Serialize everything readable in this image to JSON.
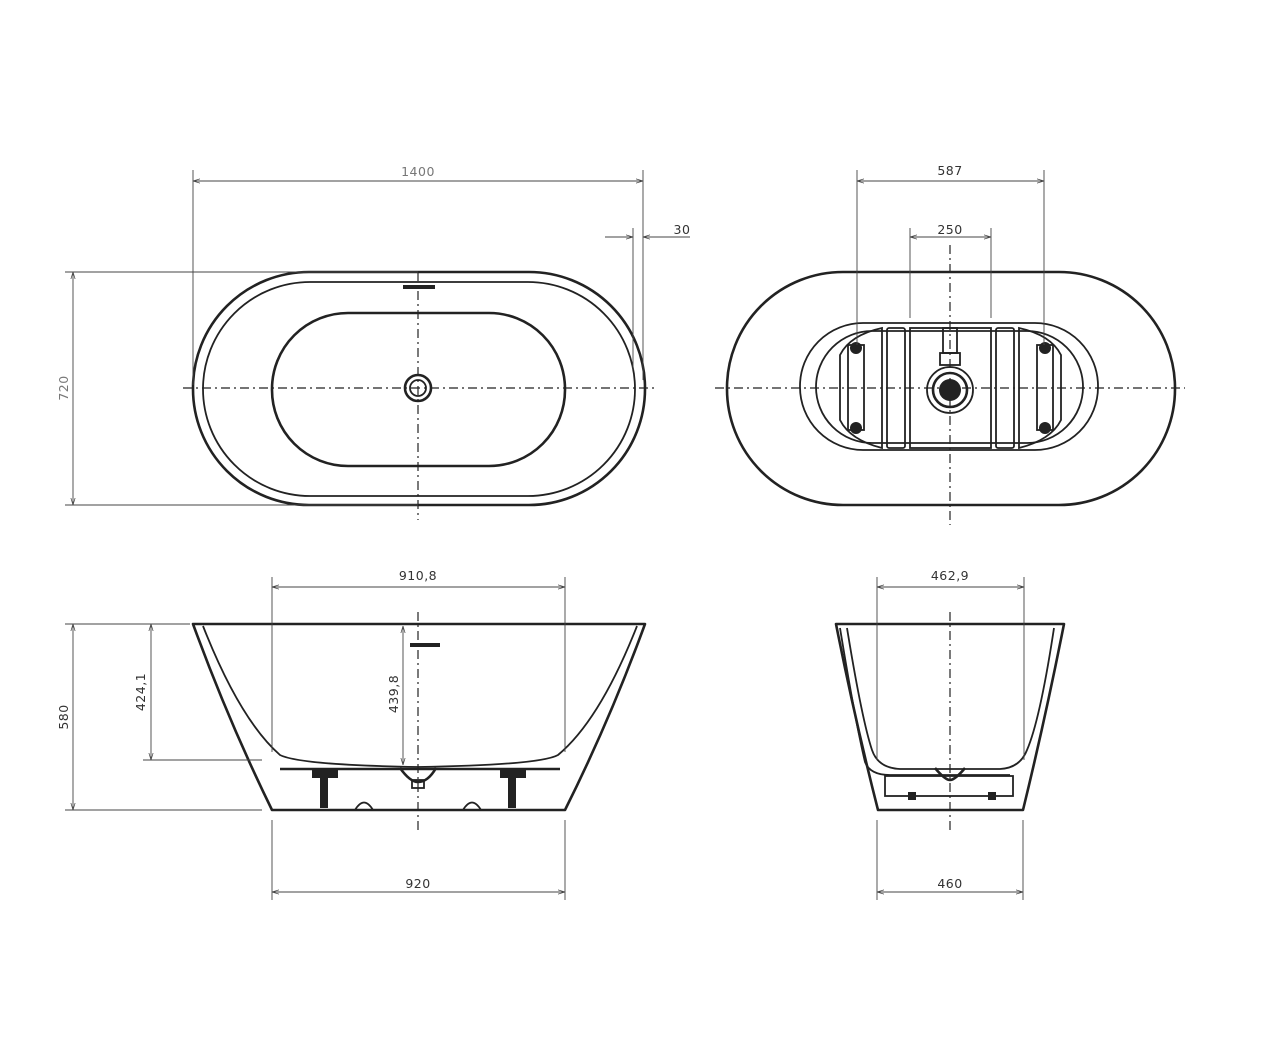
{
  "title": "Freestanding bathtub dimension drawing",
  "views": {
    "top": {
      "length": "1400",
      "rim": "30",
      "width": "720"
    },
    "bottom": {
      "outer": "587",
      "inner": "250"
    },
    "side": {
      "inner_length": "910,8",
      "height": "580",
      "inner_depth": "424,1",
      "overflow_depth": "439,8",
      "base_length": "920"
    },
    "front": {
      "inner_width": "462,9",
      "base_width": "460"
    }
  },
  "colors": {
    "line": "#222222",
    "dimension": "#444444"
  }
}
